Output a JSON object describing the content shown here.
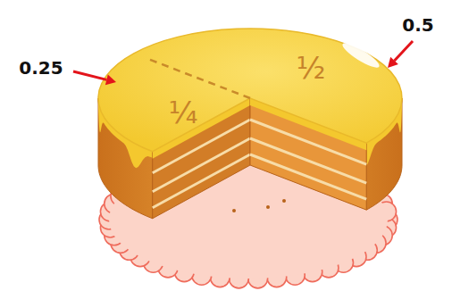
{
  "diagram": {
    "labels": [
      "0.5",
      "0.25",
      "½",
      "¼"
    ]
  }
}
